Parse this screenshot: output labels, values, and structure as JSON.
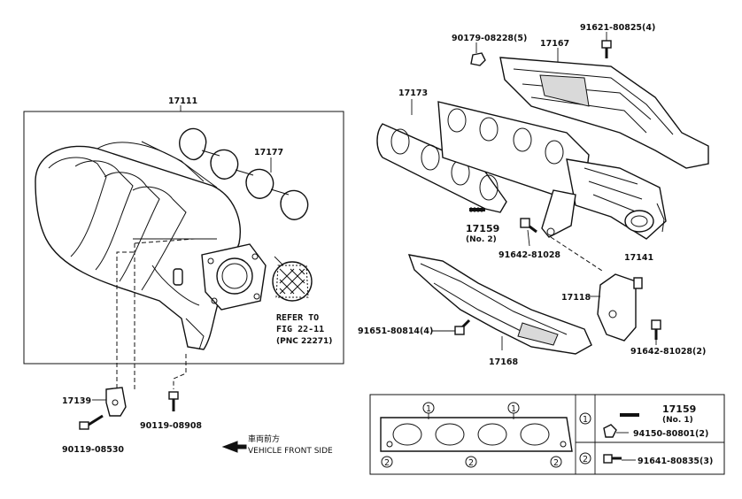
{
  "labels": {
    "intake_manifold": "17111",
    "intake_gasket": "17177",
    "exhaust_gasket": "17173",
    "heat_insulator_upper": "17167",
    "nut_90179": "90179-08228(5)",
    "bolt_91621": "91621-80825(4)",
    "stud_17159_no2": "17159",
    "stud_17159_no2_sub": "(No. 2)",
    "bolt_91642_a": "91642-81028",
    "part_17141": "17141",
    "stay_17118": "17118",
    "bolt_91651": "91651-80814(4)",
    "heat_insulator_lower": "17168",
    "bolt_91642_b": "91642-81028(2)",
    "bracket_17139": "17139",
    "bolt_90119_a": "90119-08908",
    "bolt_90119_b": "90119-08530"
  },
  "refer": {
    "line1": "REFER TO",
    "line2": "FIG 22-11",
    "line3": "(PNC 22271)"
  },
  "direction": {
    "jp": "車両前方",
    "en": "VEHICLE FRONT SIDE"
  },
  "legend": {
    "circle1": "1",
    "circle2": "2",
    "row1_part": "17159",
    "row1_sub": "(No. 1)",
    "row1_nut": "94150-80801(2)",
    "row2_bolt": "91641-80835(3)"
  }
}
